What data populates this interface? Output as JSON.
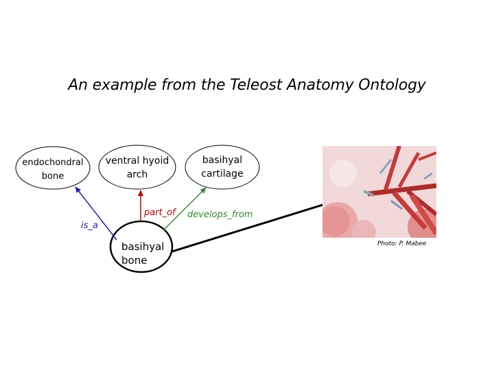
{
  "title": "An example from the Teleost Anatomy Ontology",
  "nodes": {
    "endochondral_bone": "endochondral\nbone",
    "ventral_hyoid_arch": "ventral hyoid\narch",
    "basihyal_cartilage": "basihyal\ncartilage",
    "basihyal_bone": "basihyal\nbone"
  },
  "edges": {
    "is_a": {
      "label": "is_a",
      "color": "#1f1fbf"
    },
    "part_of": {
      "label": "part_of",
      "color": "#c00000"
    },
    "develops_from": {
      "label": "develops_from",
      "color": "#2e8b2e"
    }
  },
  "photo": {
    "credit": "Photo: P. Mabee"
  }
}
